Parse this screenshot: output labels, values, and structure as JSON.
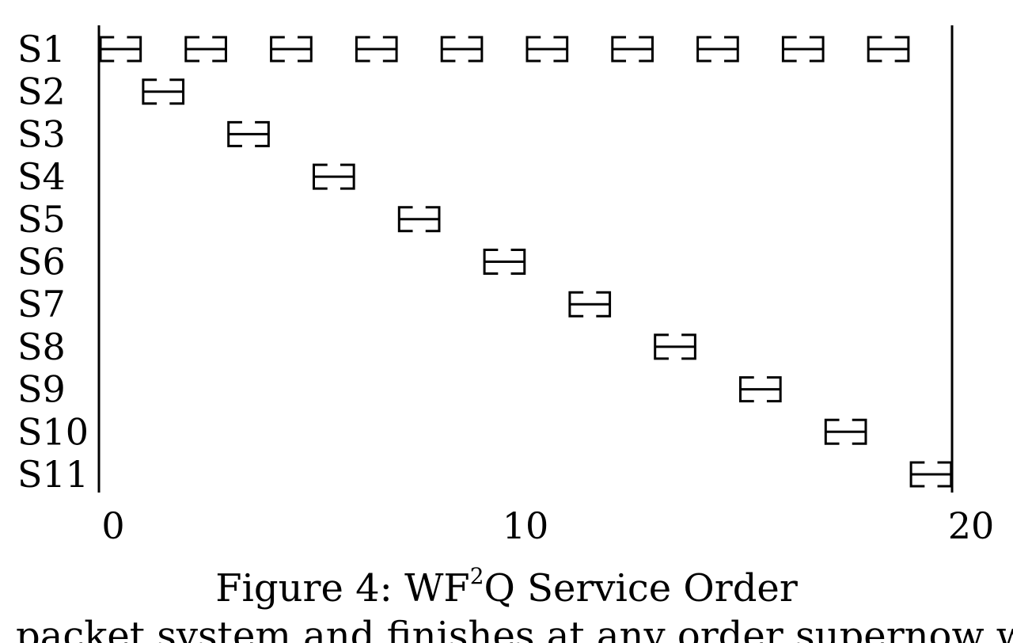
{
  "chart_data": {
    "type": "timeline",
    "rows": [
      "S1",
      "S2",
      "S3",
      "S4",
      "S5",
      "S6",
      "S7",
      "S8",
      "S9",
      "S10",
      "S11"
    ],
    "xlim": [
      0,
      20
    ],
    "x_ticks": [
      "0",
      "10",
      "20"
    ],
    "x_tick_values": [
      0,
      10,
      20
    ],
    "slot_width": 1,
    "packets": [
      {
        "row": "S1",
        "start": 0
      },
      {
        "row": "S1",
        "start": 2
      },
      {
        "row": "S1",
        "start": 4
      },
      {
        "row": "S1",
        "start": 6
      },
      {
        "row": "S1",
        "start": 8
      },
      {
        "row": "S1",
        "start": 10
      },
      {
        "row": "S1",
        "start": 12
      },
      {
        "row": "S1",
        "start": 14
      },
      {
        "row": "S1",
        "start": 16
      },
      {
        "row": "S1",
        "start": 18
      },
      {
        "row": "S2",
        "start": 1
      },
      {
        "row": "S3",
        "start": 3
      },
      {
        "row": "S4",
        "start": 5
      },
      {
        "row": "S5",
        "start": 7
      },
      {
        "row": "S6",
        "start": 9
      },
      {
        "row": "S7",
        "start": 11
      },
      {
        "row": "S8",
        "start": 13
      },
      {
        "row": "S9",
        "start": 15
      },
      {
        "row": "S10",
        "start": 17
      },
      {
        "row": "S11",
        "start": 19
      }
    ]
  },
  "caption": {
    "prefix": "Figure 4: WF",
    "superscript": "2",
    "suffix": "Q Service Order"
  },
  "trailing_text": "    packet  system  and  finishes  at  any  order  supernow  with"
}
